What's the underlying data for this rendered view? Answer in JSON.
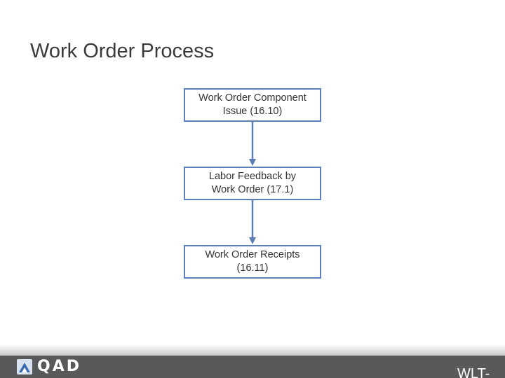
{
  "title": "Work Order Process",
  "flow": {
    "steps": [
      {
        "line1": "Work Order Component",
        "line2": "Issue (16.10)"
      },
      {
        "line1": "Labor Feedback by",
        "line2": "Work Order (17.1)"
      },
      {
        "line1": "Work Order Receipts",
        "line2": "(16.11)"
      }
    ],
    "border_color": "#5b7fb4",
    "arrow_color": "#5b7fb4"
  },
  "footer": {
    "logo_text": "QAD",
    "logo_icon": "qad-logo-icon",
    "corner_text": "WLT-",
    "bar_color": "#58595b"
  }
}
